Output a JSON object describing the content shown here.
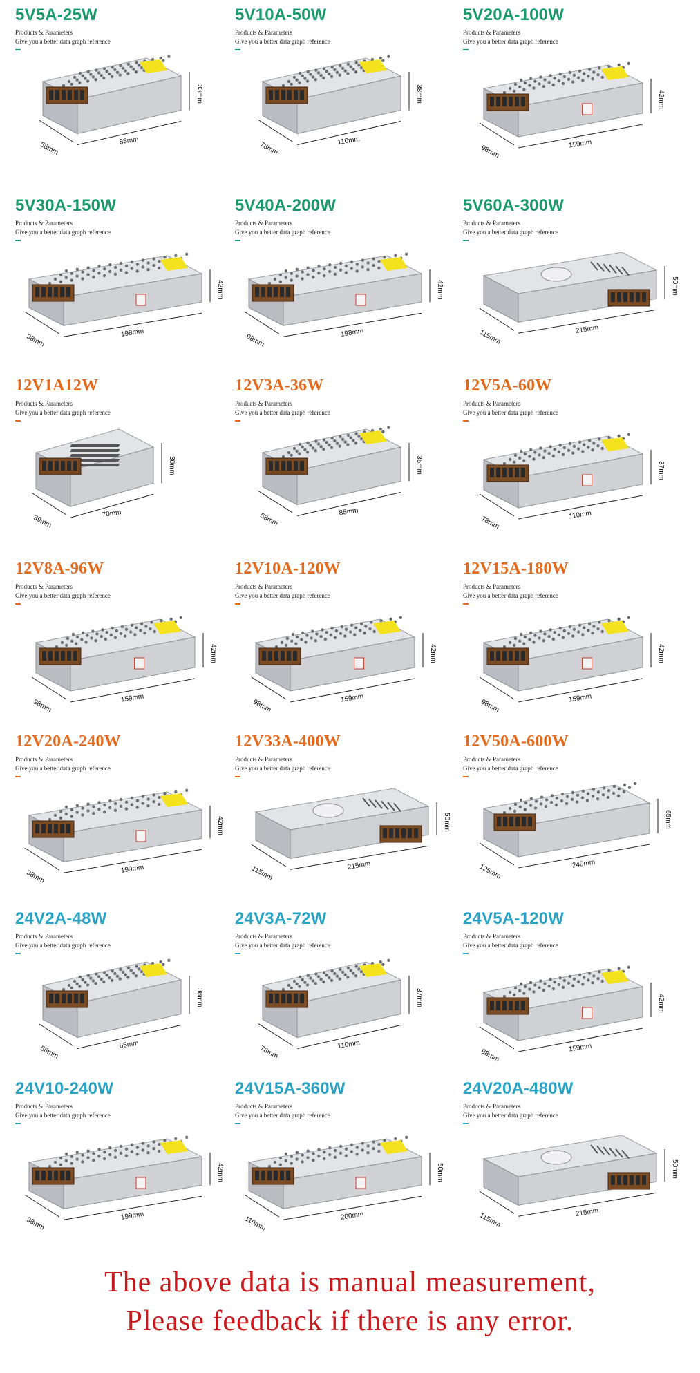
{
  "colors": {
    "green": "#1a9a6a",
    "orange": "#e36a1c",
    "teal": "#2aa3c4",
    "footer_red": "#c8191c",
    "metal": "#d8d9dc",
    "terminal_brown": "#7a4a22",
    "label_yellow": "#f3e21d"
  },
  "subtitle_line1": "Products & Parameters",
  "subtitle_line2": "Give you a better data graph reference",
  "items": [
    {
      "title": "5V5A-25W",
      "color": "green",
      "w": "85mm",
      "d": "58mm",
      "h": "33mm",
      "style": "small"
    },
    {
      "title": "5V10A-50W",
      "color": "green",
      "w": "110mm",
      "d": "78mm",
      "h": "38mm",
      "style": "small"
    },
    {
      "title": "5V20A-100W",
      "color": "green",
      "w": "159mm",
      "d": "98mm",
      "h": "42mm",
      "style": "mid"
    },
    {
      "title": "5V30A-150W",
      "color": "green",
      "w": "198mm",
      "d": "98mm",
      "h": "42mm",
      "style": "long"
    },
    {
      "title": "5V40A-200W",
      "color": "green",
      "w": "198mm",
      "d": "98mm",
      "h": "42mm",
      "style": "long"
    },
    {
      "title": "5V60A-300W",
      "color": "green",
      "w": "215mm",
      "d": "115mm",
      "h": "50mm",
      "style": "fan"
    },
    {
      "title": "12V1A12W",
      "color": "orange",
      "w": "70mm",
      "d": "39mm",
      "h": "30mm",
      "style": "tiny"
    },
    {
      "title": "12V3A-36W",
      "color": "orange",
      "w": "85mm",
      "d": "58mm",
      "h": "35mm",
      "style": "small"
    },
    {
      "title": "12V5A-60W",
      "color": "orange",
      "w": "110mm",
      "d": "78mm",
      "h": "37mm",
      "style": "mid"
    },
    {
      "title": "12V8A-96W",
      "color": "orange",
      "w": "159mm",
      "d": "98mm",
      "h": "42mm",
      "style": "mid"
    },
    {
      "title": "12V10A-120W",
      "color": "orange",
      "w": "159mm",
      "d": "98mm",
      "h": "42mm",
      "style": "mid"
    },
    {
      "title": "12V15A-180W",
      "color": "orange",
      "w": "159mm",
      "d": "98mm",
      "h": "42mm",
      "style": "mid"
    },
    {
      "title": "12V20A-240W",
      "color": "orange",
      "w": "199mm",
      "d": "98mm",
      "h": "42mm",
      "style": "long"
    },
    {
      "title": "12V33A-400W",
      "color": "orange",
      "w": "215mm",
      "d": "115mm",
      "h": "50mm",
      "style": "fan"
    },
    {
      "title": "12V50A-600W",
      "color": "orange",
      "w": "240mm",
      "d": "125mm",
      "h": "65mm",
      "style": "big"
    },
    {
      "title": "24V2A-48W",
      "color": "teal",
      "w": "85mm",
      "d": "58mm",
      "h": "38mm",
      "style": "small"
    },
    {
      "title": "24V3A-72W",
      "color": "teal",
      "w": "110mm",
      "d": "78mm",
      "h": "37mm",
      "style": "small"
    },
    {
      "title": "24V5A-120W",
      "color": "teal",
      "w": "159mm",
      "d": "98mm",
      "h": "42mm",
      "style": "mid"
    },
    {
      "title": "24V10-240W",
      "color": "teal",
      "w": "199mm",
      "d": "98mm",
      "h": "42mm",
      "style": "long"
    },
    {
      "title": "24V15A-360W",
      "color": "teal",
      "w": "200mm",
      "d": "110mm",
      "h": "50mm",
      "style": "long"
    },
    {
      "title": "24V20A-480W",
      "color": "teal",
      "w": "215mm",
      "d": "115mm",
      "h": "50mm",
      "style": "fan"
    }
  ],
  "footer": {
    "line1": "The above data is manual measurement,",
    "line2": "Please feedback if there is any error."
  }
}
